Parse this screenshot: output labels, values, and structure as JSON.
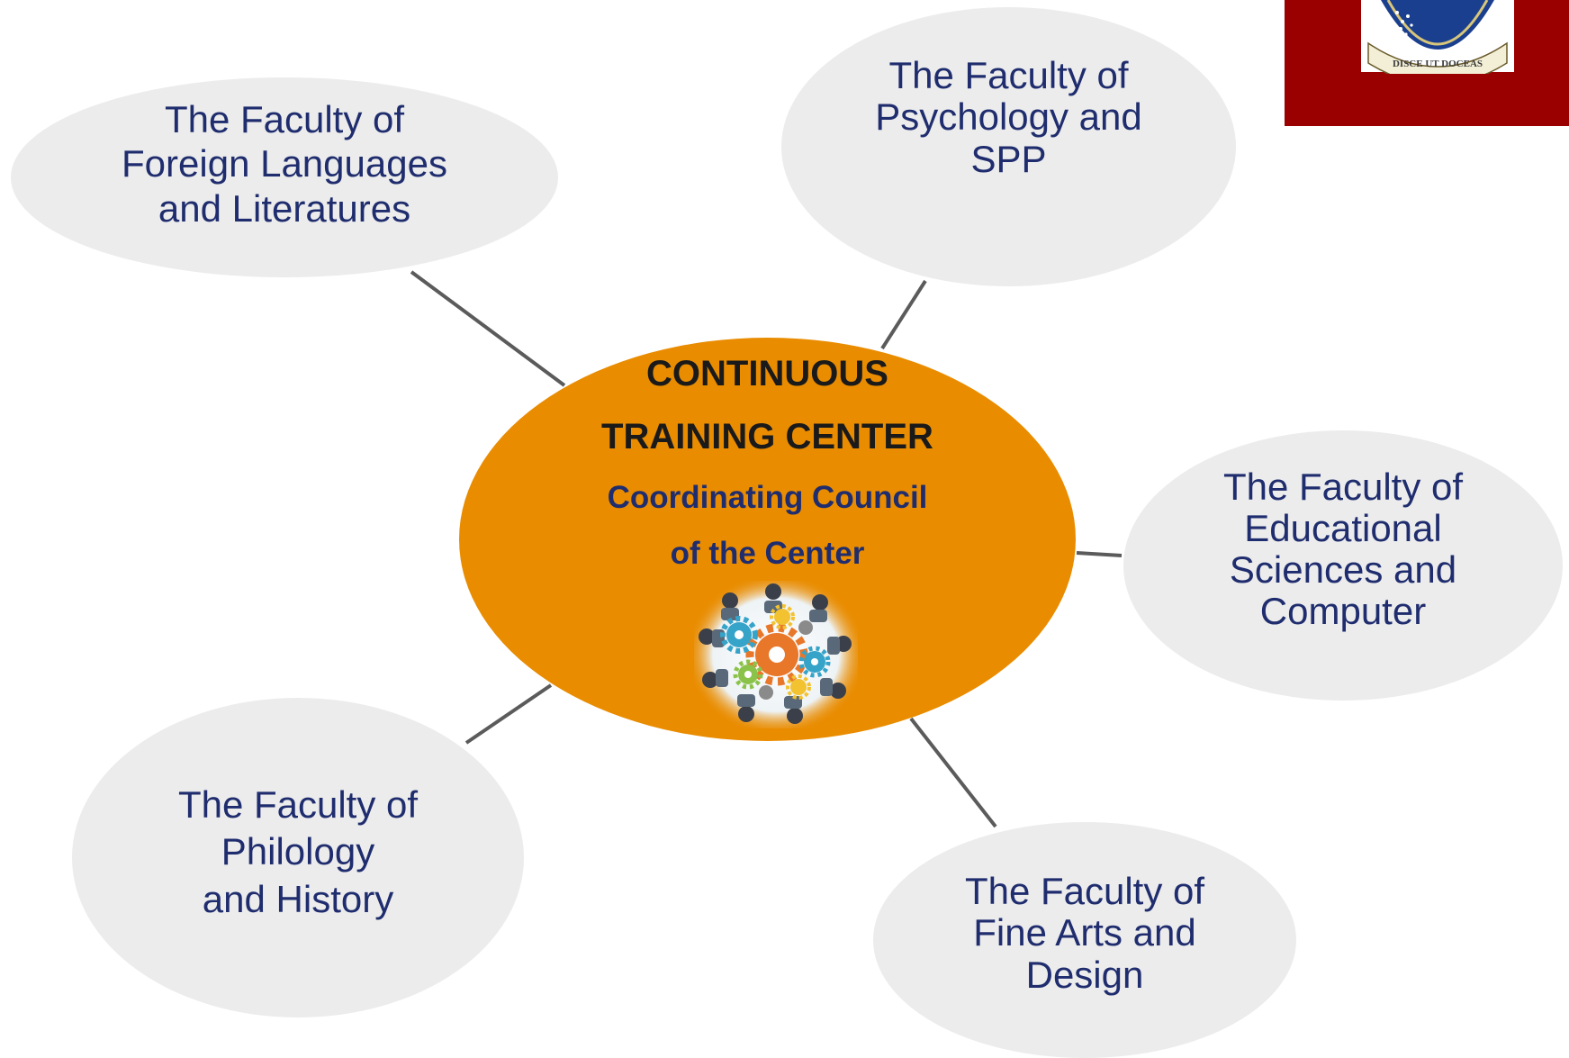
{
  "diagram": {
    "center": {
      "title_lines": [
        "CONTINUOUS",
        "TRAINING CENTER"
      ],
      "subtitle_lines": [
        "Coordinating Council",
        "of the Center"
      ],
      "image_icon": "meeting-gears-image"
    },
    "faculties": [
      {
        "id": "foreign-languages",
        "lines": [
          "The Faculty of",
          "Foreign Languages",
          "and Literatures"
        ]
      },
      {
        "id": "psychology",
        "lines": [
          "The Faculty of",
          "Psychology and",
          "SPP"
        ]
      },
      {
        "id": "educational-sciences",
        "lines": [
          "The Faculty of",
          "Educational",
          "Sciences and",
          "Computer"
        ]
      },
      {
        "id": "philology",
        "lines": [
          "The Faculty of",
          "Philology",
          "and History"
        ]
      },
      {
        "id": "fine-arts",
        "lines": [
          "The Faculty of",
          "Fine Arts and",
          "Design"
        ]
      }
    ],
    "logo": {
      "motto": "DISCE UT DOCEAS",
      "icon": "university-seal-icon"
    }
  },
  "colors": {
    "center_fill": "#e98c00",
    "bubble_fill": "#ececec",
    "faculty_text": "#1f2d6e",
    "center_title_text": "#1a1a1a",
    "connector": "#5b5b5b",
    "logo_background": "#9b0000"
  }
}
